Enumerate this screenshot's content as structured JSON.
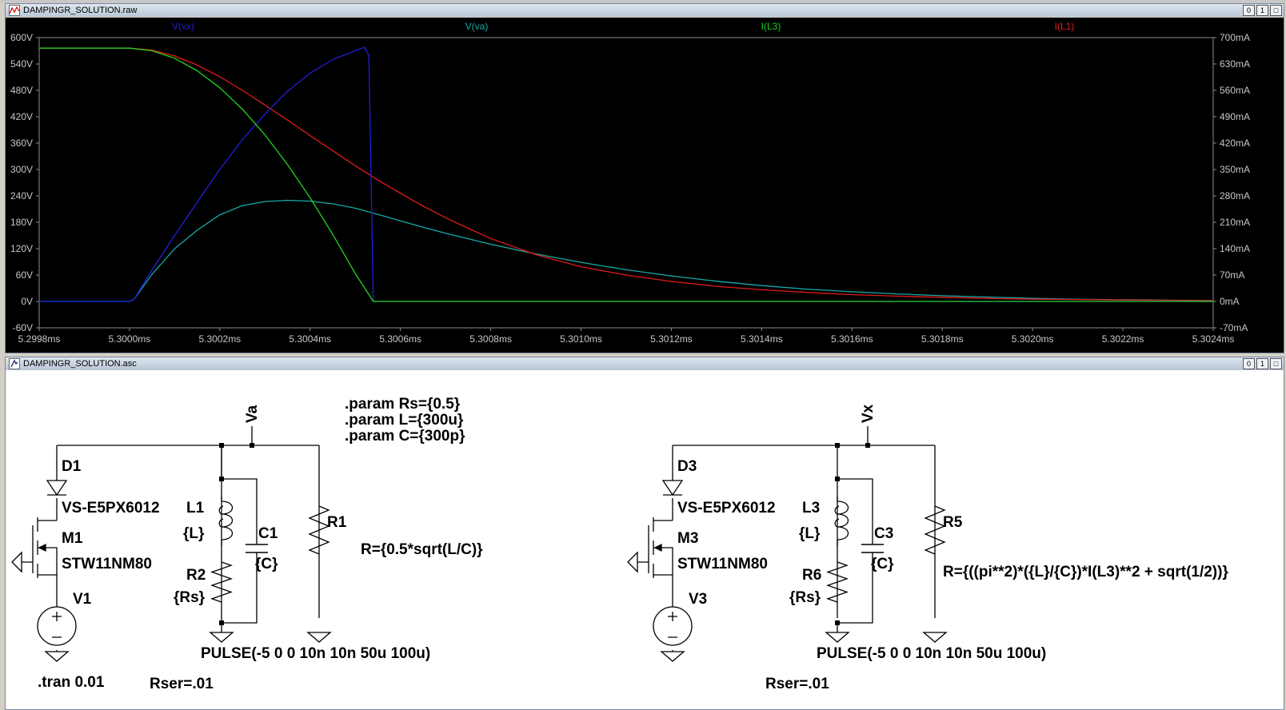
{
  "wave_window": {
    "title": "DAMPINGR_SOLUTION.raw",
    "buttons": [
      "0",
      "1",
      "□"
    ]
  },
  "schematic_window": {
    "title": "DAMPINGR_SOLUTION.asc",
    "buttons": [
      "0",
      "1",
      "□"
    ]
  },
  "chart_data": {
    "type": "line",
    "background": "#000000",
    "grid": false,
    "legend_placement": "top",
    "x_unit": "ms",
    "xlim": [
      5.2998,
      5.3024
    ],
    "x_ticks": [
      "5.2998ms",
      "5.3000ms",
      "5.3002ms",
      "5.3004ms",
      "5.3006ms",
      "5.3008ms",
      "5.3010ms",
      "5.3012ms",
      "5.3014ms",
      "5.3016ms",
      "5.3018ms",
      "5.3020ms",
      "5.3022ms",
      "5.3024ms"
    ],
    "y_left": {
      "unit": "V",
      "lim": [
        -60,
        600
      ],
      "ticks": [
        "600V",
        "540V",
        "480V",
        "420V",
        "360V",
        "300V",
        "240V",
        "180V",
        "120V",
        "60V",
        "0V",
        "-60V"
      ]
    },
    "y_right": {
      "unit": "mA",
      "lim": [
        -70,
        700
      ],
      "ticks": [
        "700mA",
        "630mA",
        "560mA",
        "490mA",
        "420mA",
        "350mA",
        "280mA",
        "210mA",
        "140mA",
        "70mA",
        "0mA",
        "-70mA"
      ]
    },
    "series": [
      {
        "name": "V(vx)",
        "color": "#1f1fdc",
        "axis": "left",
        "x": [
          5.2998,
          5.3,
          5.30001,
          5.30005,
          5.3001,
          5.30015,
          5.3002,
          5.30025,
          5.3003,
          5.30035,
          5.3004,
          5.30045,
          5.3005,
          5.30052,
          5.30053,
          5.30054,
          5.3006,
          5.3024
        ],
        "y": [
          0,
          0,
          5,
          72,
          150,
          226,
          300,
          368,
          426,
          478,
          519,
          550,
          570,
          578,
          560,
          0,
          0,
          0
        ]
      },
      {
        "name": "V(va)",
        "color": "#17a9a9",
        "axis": "left",
        "x": [
          5.2998,
          5.3,
          5.30001,
          5.30005,
          5.3001,
          5.30015,
          5.3002,
          5.30025,
          5.3003,
          5.30035,
          5.3004,
          5.30045,
          5.3005,
          5.30055,
          5.3006,
          5.30065,
          5.3007,
          5.3008,
          5.3009,
          5.301,
          5.3011,
          5.3012,
          5.3013,
          5.3014,
          5.3015,
          5.3016,
          5.3017,
          5.3018,
          5.3019,
          5.302,
          5.3021,
          5.3022,
          5.3023,
          5.3024
        ],
        "y": [
          0,
          0,
          5,
          62,
          120,
          162,
          197,
          218,
          227,
          230,
          228,
          222,
          212,
          198,
          183,
          169,
          155,
          130,
          108,
          89,
          72,
          58,
          46,
          36,
          28,
          22,
          17,
          13,
          10,
          7,
          5,
          4,
          3,
          2
        ]
      },
      {
        "name": "I(L3)",
        "color": "#22d322",
        "axis": "right",
        "x": [
          5.2998,
          5.3,
          5.30005,
          5.3001,
          5.30015,
          5.3002,
          5.30025,
          5.3003,
          5.30035,
          5.3004,
          5.30045,
          5.3005,
          5.30054,
          5.3006,
          5.3024
        ],
        "y": [
          672,
          672,
          665,
          645,
          612,
          567,
          510,
          442,
          363,
          275,
          178,
          74,
          0,
          0,
          0
        ]
      },
      {
        "name": "I(L1)",
        "color": "#e01b1b",
        "axis": "right",
        "x": [
          5.2998,
          5.3,
          5.30005,
          5.3001,
          5.30015,
          5.3002,
          5.30025,
          5.3003,
          5.30035,
          5.3004,
          5.30045,
          5.3005,
          5.30055,
          5.3006,
          5.30065,
          5.3007,
          5.30075,
          5.3008,
          5.3009,
          5.301,
          5.3011,
          5.3012,
          5.3013,
          5.3014,
          5.3015,
          5.3016,
          5.3017,
          5.3018,
          5.3019,
          5.302,
          5.3021,
          5.3022,
          5.3023,
          5.3024
        ],
        "y": [
          672,
          672,
          667,
          651,
          627,
          596,
          560,
          521,
          481,
          440,
          400,
          360,
          322,
          287,
          253,
          222,
          194,
          167,
          124,
          92,
          70,
          53,
          40,
          31,
          24,
          18,
          14,
          11,
          8,
          6,
          5,
          4,
          3,
          2
        ]
      }
    ]
  },
  "schematic": {
    "params": [
      ".param Rs={0.5}",
      ".param L={300u}",
      ".param C={300p}"
    ],
    "tran": ".tran 0.01",
    "left": {
      "net_label": "Va",
      "diode": "D1",
      "diode_model": "VS-E5PX6012",
      "mosfet": "M1",
      "mosfet_model": "STW11NM80",
      "source": "V1",
      "source_value": "PULSE(-5 0 0 10n 10n 50u 100u)",
      "rser": "Rser=.01",
      "inductor": "L1",
      "inductor_value": "{L}",
      "cap": "C1",
      "cap_value": "{C}",
      "rs": "R2",
      "rs_value": "{Rs}",
      "damp": "R1",
      "damp_value": "R={0.5*sqrt(L/C)}"
    },
    "right": {
      "net_label": "Vx",
      "diode": "D3",
      "diode_model": "VS-E5PX6012",
      "mosfet": "M3",
      "mosfet_model": "STW11NM80",
      "source": "V3",
      "source_value": "PULSE(-5 0 0 10n 10n 50u 100u)",
      "rser": "Rser=.01",
      "inductor": "L3",
      "inductor_value": "{L}",
      "cap": "C3",
      "cap_value": "{C}",
      "rs": "R6",
      "rs_value": "{Rs}",
      "damp": "R5",
      "damp_value": "R={((pi**2)*({L}/{C})*I(L3)**2 + sqrt(1/2))}"
    }
  }
}
